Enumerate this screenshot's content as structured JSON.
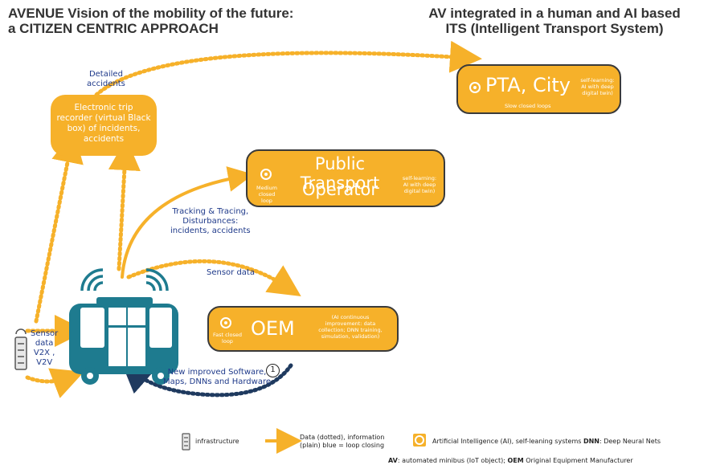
{
  "titles": {
    "left": "AVENUE Vision of the mobility of the future:\na CITIZEN CENTRIC APPROACH",
    "right": "AV integrated in a human and AI based\nITS (Intelligent Transport System)"
  },
  "labels": {
    "detailed_accidents": "Detailed\naccidents",
    "tracking": "Tracking & Tracing,\nDisturbances:\nincidents, accidents",
    "sensor_data": "Sensor data",
    "sensor_v2x": "Sensor\ndata\nV2X ,\nV2V",
    "new_improved": "New improved Software,\nMaps, DNNs and Hardware",
    "step_number": "1"
  },
  "boxes": {
    "etr": {
      "text": "Electronic trip\nrecorder (virtual Black\nbox) of  incidents,\naccidents"
    },
    "pta": {
      "title": "PTA, City",
      "side": "self-learning:\nAI with deep\ndigital twin)",
      "bottom": "Slow closed loops"
    },
    "pto": {
      "title_line1": "Public Transport",
      "title_line2": "Operator",
      "left": "Medium closed\nloop",
      "side": "self-learning:\nAI with deep\ndigital twin)"
    },
    "oem": {
      "title": "OEM",
      "left": "Fast closed\nloop",
      "side": "(AI continuous\nimprovement: data\ncollection; DNN training,\nsimulation, validation)"
    }
  },
  "legend": {
    "infrastructure": "infrastructure",
    "data": "Data (dotted), information\n(plain) blue = loop closing",
    "ai": "Artificial Intelligence (AI), self-leaning systems",
    "dnn_abbr": "DNN",
    "dnn_def": ": Deep Neural Nets",
    "av_abbr": "AV",
    "av_def": ": automated minibus (IoT object); ",
    "oem_abbr": "OEM",
    "oem_def": " Original Equipment Manufacturer"
  },
  "colors": {
    "orange": "#f6b12a",
    "teal": "#1e7b8f",
    "navy": "#1f3a8a",
    "dark_border": "#3a3a3a"
  },
  "icons": [
    "ai-loop-icon",
    "bus-icon",
    "signal-waves-icon",
    "infrastructure-icon",
    "arrow-icon"
  ]
}
